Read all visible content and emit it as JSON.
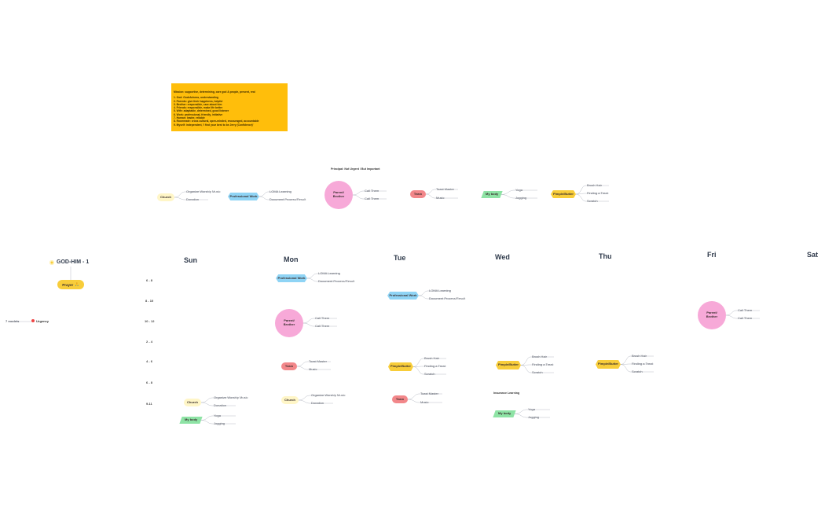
{
  "mission_note": {
    "title": "Mission: supportive, determining, care god & people, present, real",
    "lines": [
      "1. God: Godsfulness, understanding",
      "2. Parents: give their happiness, helpful",
      "3. Brother: responsible, care about him",
      "4. Friends: responsible, make life better",
      "5. Wife: adaptable, determined, good listener",
      "6. Work: professional, friendly, initiative",
      "7. Human: leader, reliable",
      "8. Roommate: cross cultural, open-minded, encouraged, accountable",
      "9. Myself: independent, 'I find your best to be Jerry (Confidence)'"
    ]
  },
  "quadrant_heading": "Principal: Not Urgent / But Important",
  "root": {
    "title": "GOD-HIM - 1",
    "icon": "sun-icon"
  },
  "prayer": {
    "label": "Prayer",
    "emoji": "🙏"
  },
  "legend": {
    "left_label": "7 models",
    "right_label": "Urgency"
  },
  "days": [
    "Sun",
    "Mon",
    "Tue",
    "Wed",
    "Thu",
    "Fri",
    "Sat"
  ],
  "times": [
    "6 - 8",
    "8 - 10",
    "10 - 12",
    "2 - 4",
    "4 - 6",
    "6 - 8",
    "9-11"
  ],
  "inbox_heading": "Insurance Learning",
  "labels": {
    "church": "Church",
    "church_a": "Organize Worship Music",
    "church_b": "Donation",
    "prof": "Professional Work",
    "prof_a": "LOMA Learning",
    "prof_b": "Document Process/Result",
    "parent": "Parent/ Brother",
    "parent_a": "Call Them",
    "parent_b": "Call Them",
    "team": "Team",
    "team_a": "Toast Master",
    "team_b": "Music",
    "body": "My body",
    "body_a": "Yoga",
    "body_b": "Jogging",
    "pets": "Pimple/Butter",
    "pets_a": "Brush Hair",
    "pets_b": "Finding a Treat",
    "pets_c": "Scratch"
  }
}
